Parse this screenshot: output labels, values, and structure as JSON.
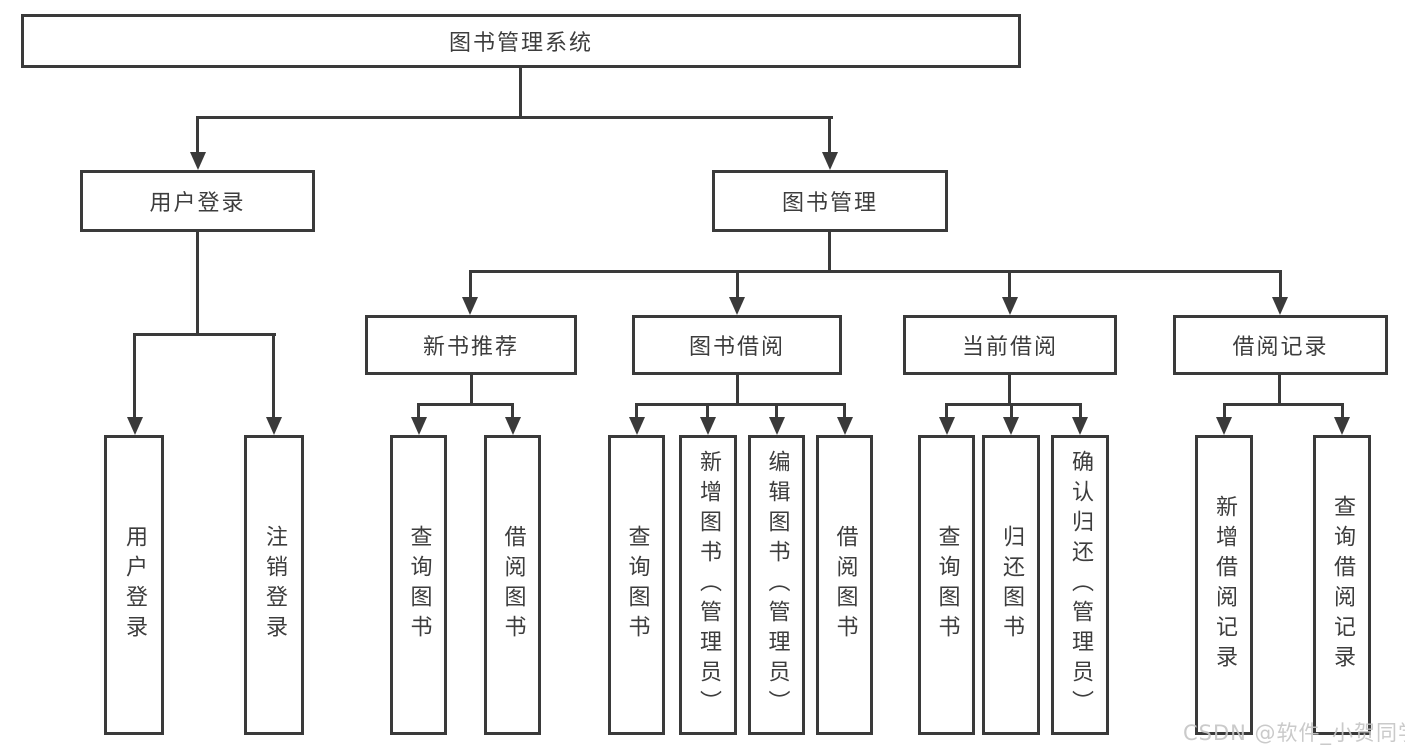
{
  "diagram": {
    "title_node": {
      "label": "图书管理系统"
    },
    "level1": [
      {
        "label": "用户登录"
      },
      {
        "label": "图书管理"
      }
    ],
    "level2": [
      {
        "label": "新书推荐"
      },
      {
        "label": "图书借阅"
      },
      {
        "label": "当前借阅"
      },
      {
        "label": "借阅记录"
      }
    ],
    "leaves": {
      "user_login": [
        {
          "label": "用户登录"
        },
        {
          "label": "注销登录"
        }
      ],
      "new_book": [
        {
          "label": "查询图书"
        },
        {
          "label": "借阅图书"
        }
      ],
      "book_borrow": [
        {
          "label": "查询图书"
        },
        {
          "label": "新增图书（管理员）"
        },
        {
          "label": "编辑图书（管理员）"
        },
        {
          "label": "借阅图书"
        }
      ],
      "current_borrow": [
        {
          "label": "查询图书"
        },
        {
          "label": "归还图书"
        },
        {
          "label": "确认归还（管理员）"
        }
      ],
      "borrow_record": [
        {
          "label": "新增借阅记录"
        },
        {
          "label": "查询借阅记录"
        }
      ]
    },
    "watermark": "CSDN @软件_小贺同学",
    "colors": {
      "line": "#3a3a3a",
      "text": "#3d3d3d",
      "background": "#ffffff",
      "watermark": "#c6c6c6"
    }
  }
}
